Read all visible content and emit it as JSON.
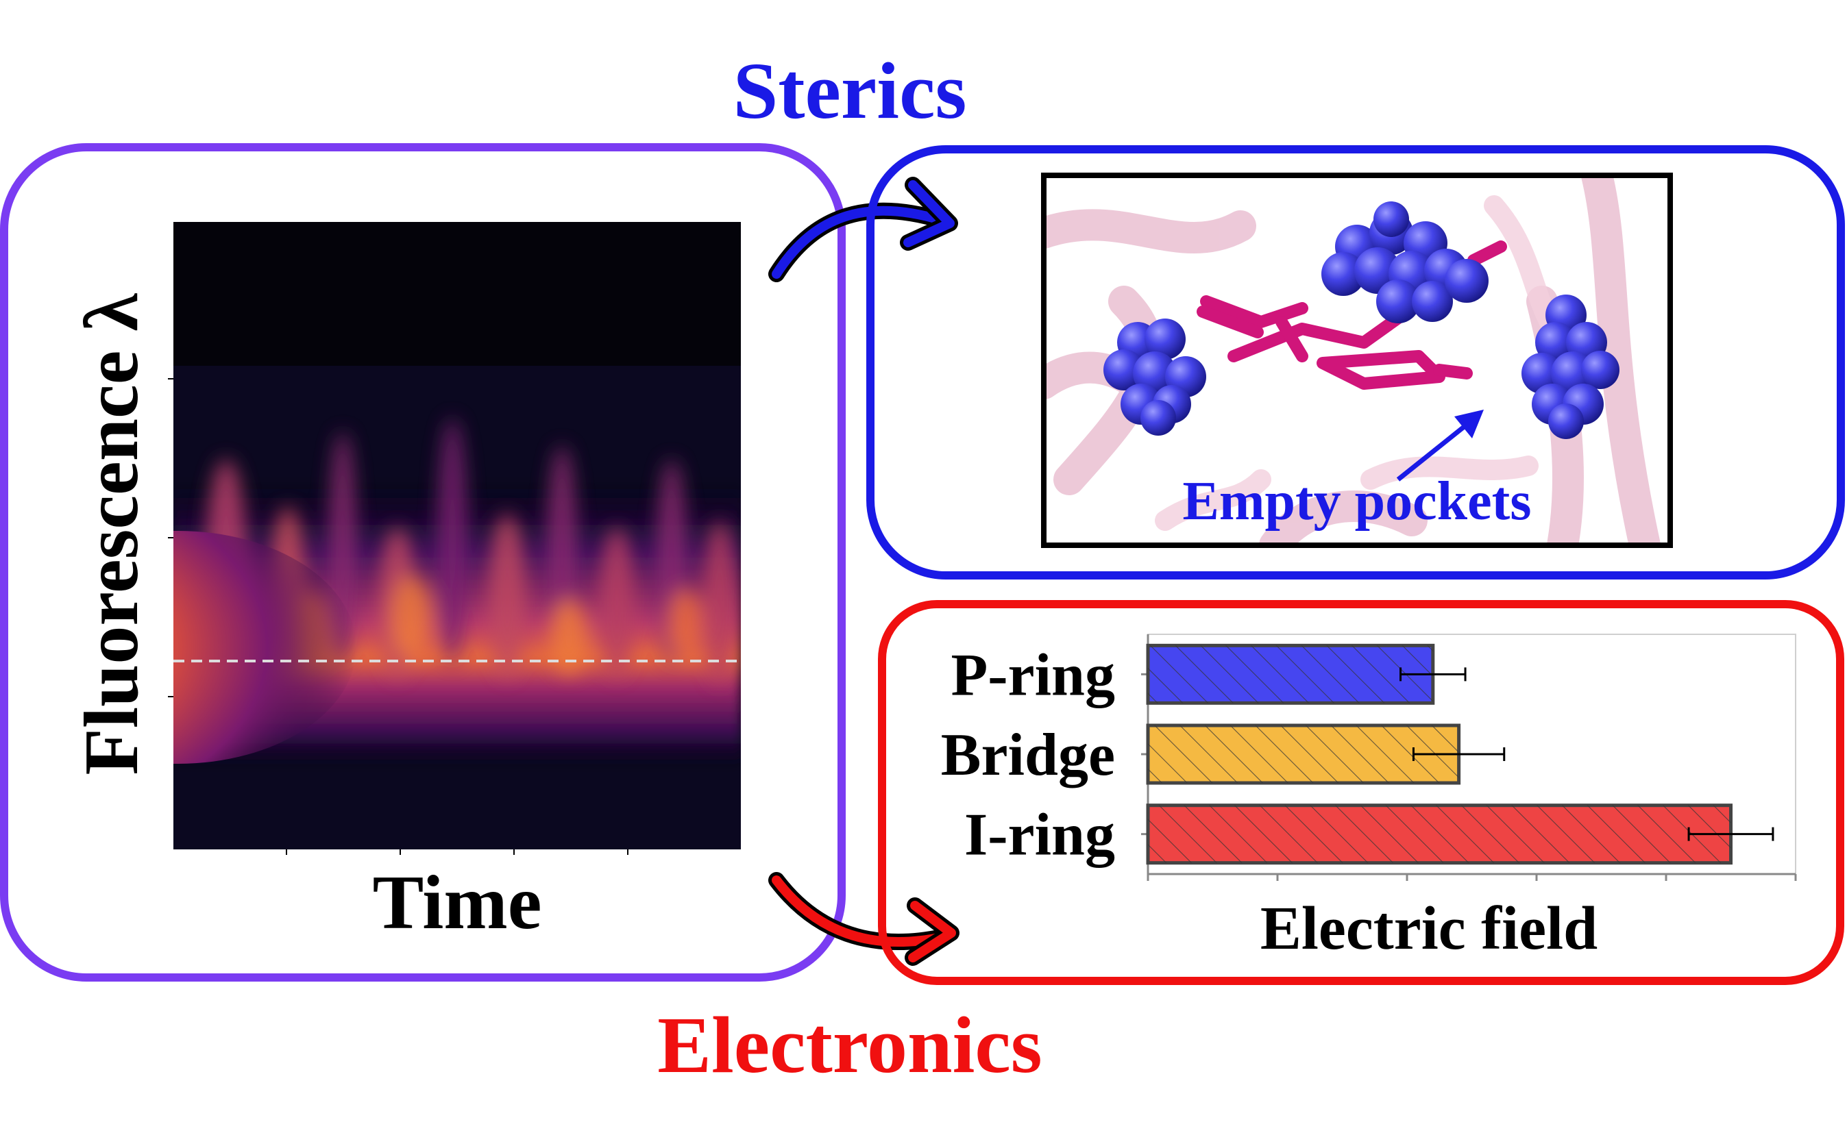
{
  "labels": {
    "sterics": "Sterics",
    "electronics": "Electronics",
    "fluorescence_axis": "Fluorescence λ",
    "time_axis": "Time",
    "empty_pockets": "Empty pockets",
    "electric_field_axis": "Electric field"
  },
  "colors": {
    "sterics": "#1a1ae6",
    "electronics": "#f01010",
    "left_panel_border": "#7a3cf2",
    "p_ring_fill": "#4646f0",
    "bridge_fill": "#f5b942",
    "i_ring_fill": "#ee4444",
    "protein_magenta": "#d0157a",
    "sphere_blue": "#3c3ce0"
  },
  "chart_data": {
    "type": "bar",
    "orientation": "horizontal",
    "categories": [
      "P-ring",
      "Bridge",
      "I-ring"
    ],
    "values": [
      0.44,
      0.48,
      0.9
    ],
    "errors": [
      0.05,
      0.07,
      0.065
    ],
    "xlabel": "Electric field",
    "xlim": [
      0,
      1
    ],
    "hatched": true
  }
}
